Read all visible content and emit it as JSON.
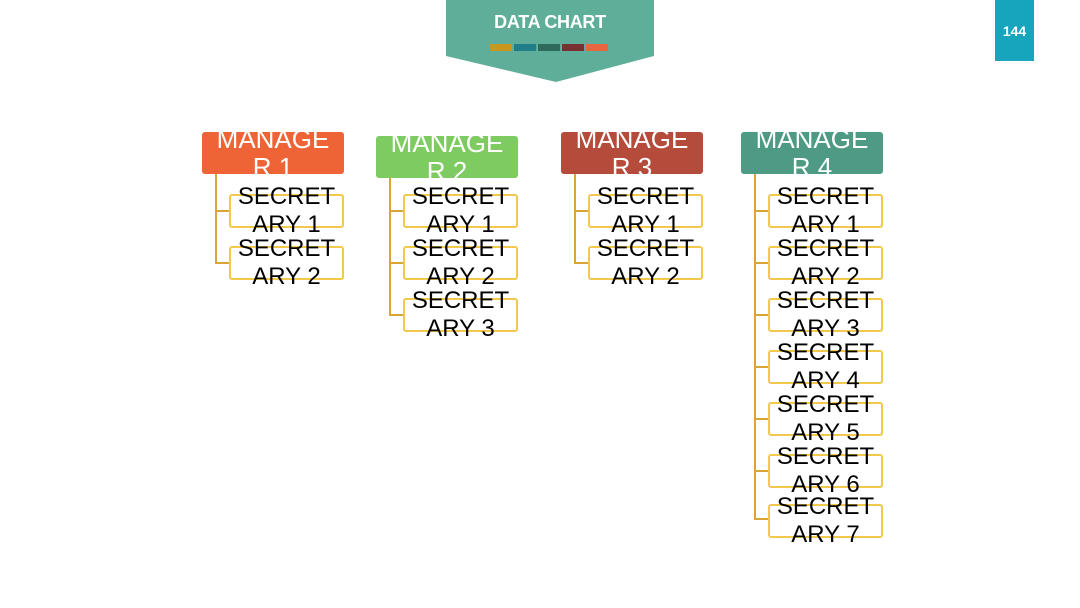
{
  "header": {
    "title": "DATA CHART",
    "banner_color": "#5fae99",
    "swatches": [
      "#c9961e",
      "#1f7e88",
      "#2e6b5c",
      "#7a3030",
      "#e9673e"
    ]
  },
  "page_number": {
    "text": "144",
    "color": "#17a5be"
  },
  "managers": [
    {
      "label": "MANAGER 1",
      "color": "#ee6436",
      "secretaries": [
        "SECRETARY 1",
        "SECRETARY 2"
      ]
    },
    {
      "label": "MANAGER 2",
      "color": "#7ecb62",
      "secretaries": [
        "SECRETARY 1",
        "SECRETARY 2",
        "SECRETARY 3"
      ]
    },
    {
      "label": "MANAGER 3",
      "color": "#b54b3b",
      "secretaries": [
        "SECRETARY 1",
        "SECRETARY 2"
      ]
    },
    {
      "label": "MANAGER 4",
      "color": "#4e9a85",
      "secretaries": [
        "SECRETARY 1",
        "SECRETARY 2",
        "SECRETARY 3",
        "SECRETARY 4",
        "SECRETARY 5",
        "SECRETARY 6",
        "SECRETARY 7"
      ]
    }
  ]
}
